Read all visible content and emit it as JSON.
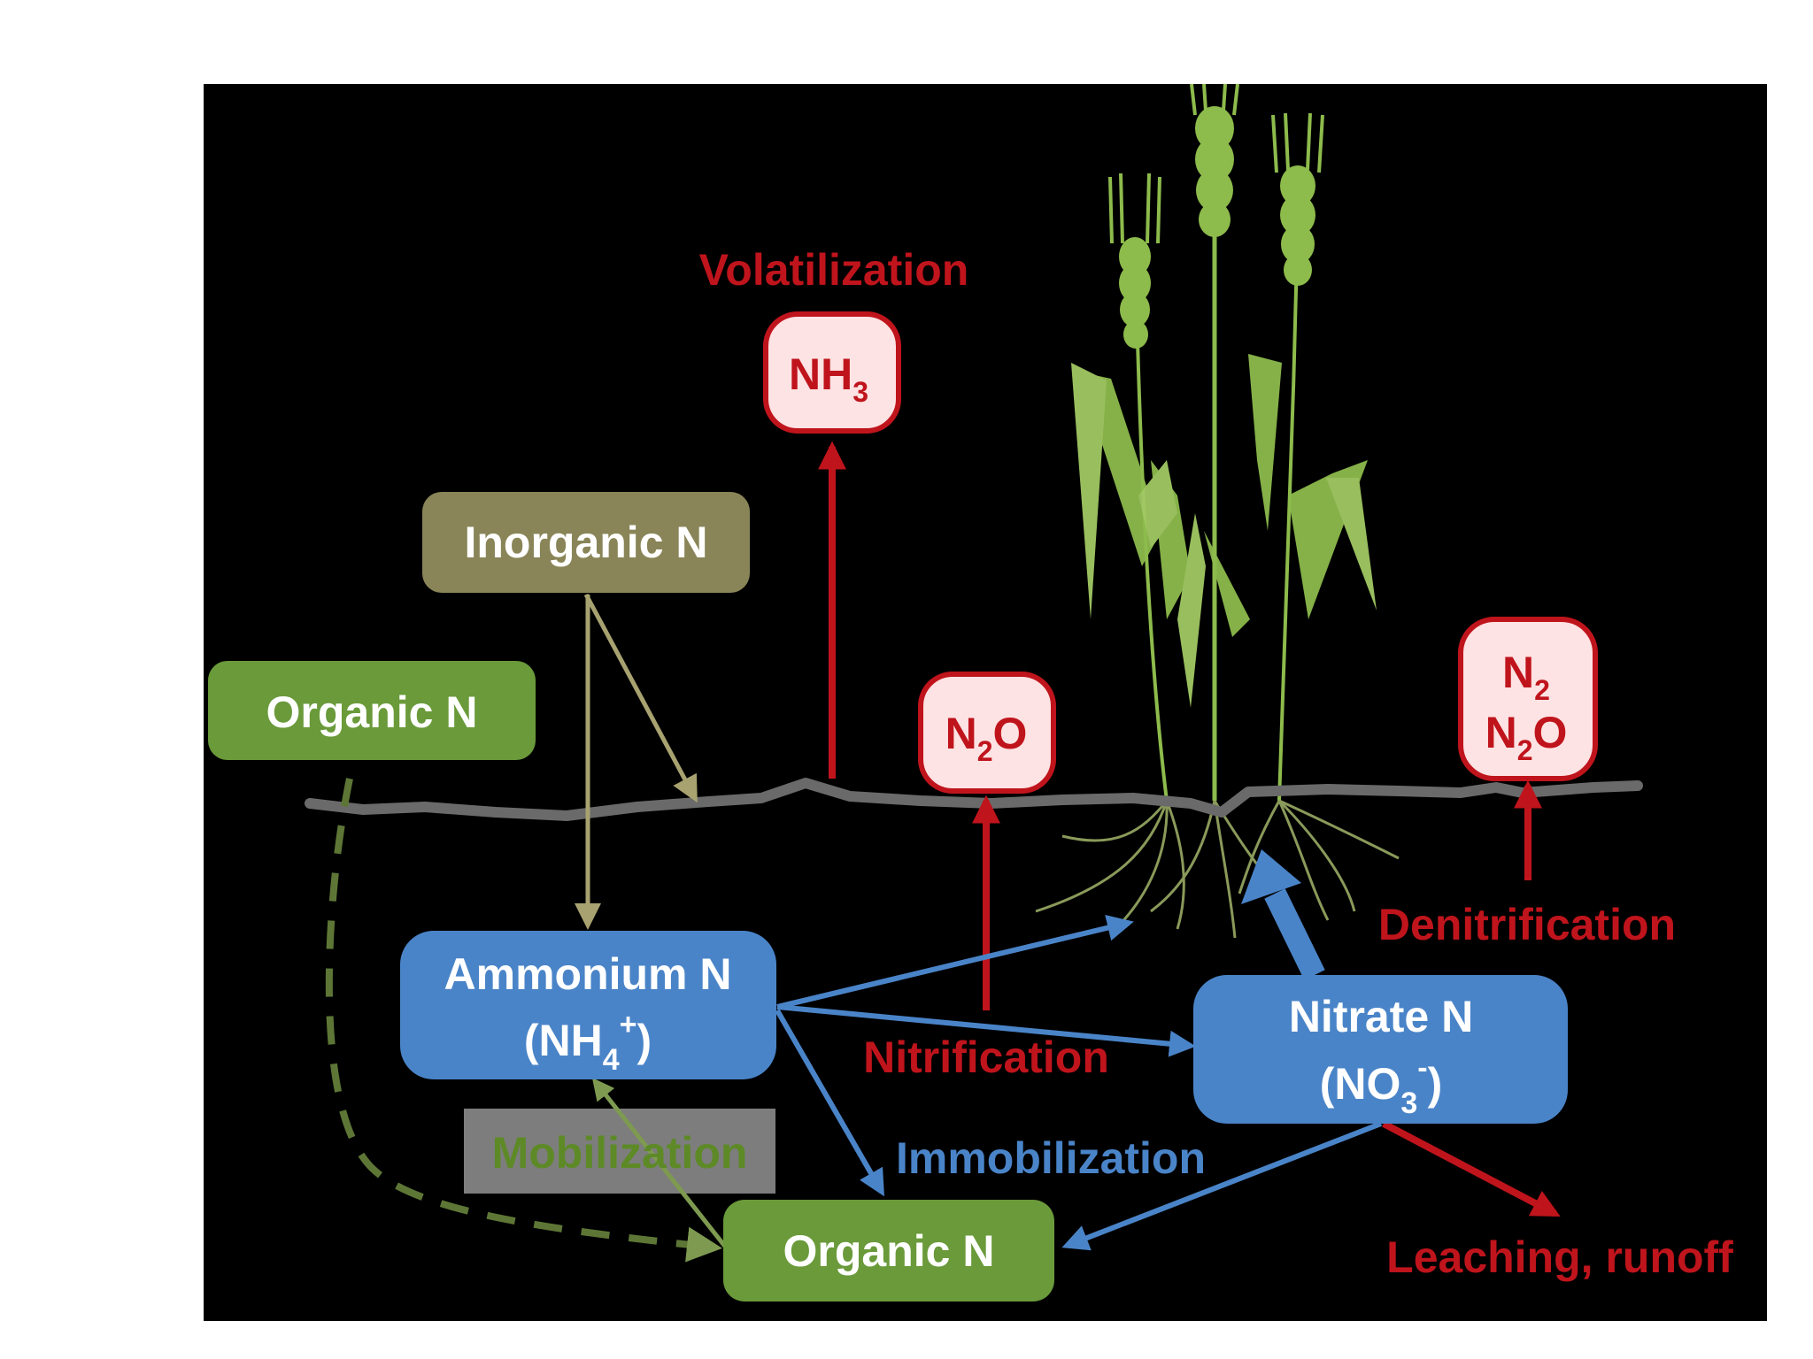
{
  "diagram": {
    "nodes": {
      "inorganic_n": {
        "label": "Inorganic N",
        "color": "#8a8558"
      },
      "organic_n_top": {
        "label": "Organic N",
        "color": "#6a9a3a"
      },
      "ammonium_n": {
        "label": "Ammonium N",
        "formula_open": "(NH",
        "formula_sub": "4",
        "formula_sup": "+",
        "formula_close": ")",
        "color": "#4a84c8"
      },
      "nitrate_n": {
        "label": "Nitrate N",
        "formula_open": "(NO",
        "formula_sub": "3",
        "formula_sup": "-",
        "formula_close": ")",
        "color": "#4a84c8"
      },
      "organic_n_bottom": {
        "label": "Organic N",
        "color": "#6a9a3a"
      },
      "nh3": {
        "main": "NH",
        "sub": "3"
      },
      "n2o_mid": {
        "main": "N",
        "sub": "2",
        "tail": "O"
      },
      "n2_right": {
        "main": "N",
        "sub": "2"
      },
      "n2o_right": {
        "main": "N",
        "sub": "2",
        "tail": "O"
      }
    },
    "processes": {
      "volatilization": "Volatilization",
      "nitrification": "Nitrification",
      "denitrification": "Denitrification",
      "immobilization": "Immobilization",
      "mobilization": "Mobilization",
      "leaching": "Leaching, runoff"
    },
    "colors": {
      "background": "#000000",
      "loss_red": "#c0141c",
      "gas_box_fill": "#fde3e3",
      "blue_arrow": "#4a84c8",
      "olive_arrow": "#a8a270",
      "green_arrow": "#7e9a50",
      "soil_line": "#6a6a6a",
      "plant_green": "#8dbb4c",
      "mobilization_box": "#7d7d7d"
    }
  }
}
